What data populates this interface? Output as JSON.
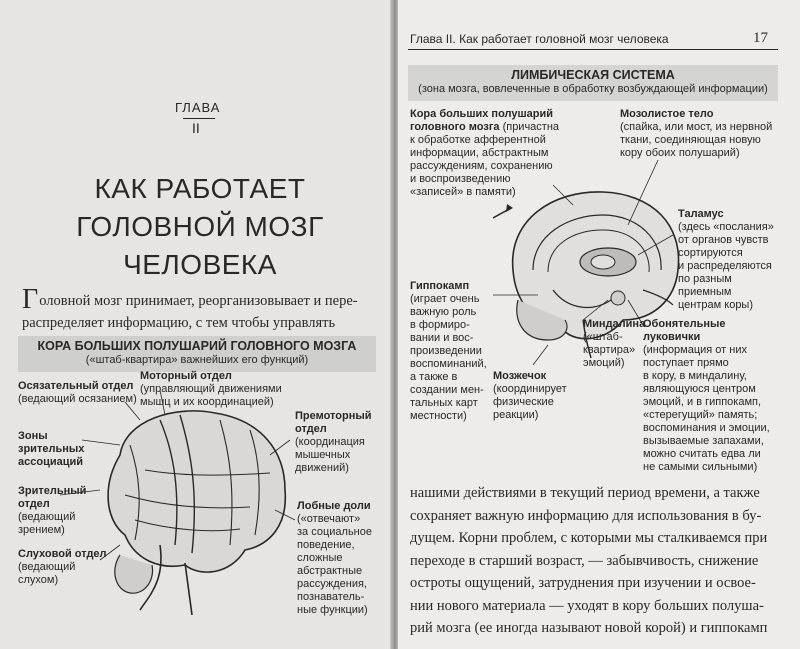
{
  "left": {
    "chapter_label": "ГЛАВА",
    "chapter_num": "II",
    "title_lines": [
      "КАК РАБОТАЕТ",
      "ГОЛОВНОЙ МОЗГ",
      "ЧЕЛОВЕКА"
    ],
    "paragraph_cap": "Г",
    "paragraph_line1": "оловной мозг принимает, реорганизовывает и пере-",
    "paragraph_line2": "распределяет информацию, с тем чтобы управлять",
    "box_title": "КОРА БОЛЬШИХ ПОЛУШАРИЙ ГОЛОВНОГО МОЗГА",
    "box_sub": "(«штаб-квартира» важнейших его функций)",
    "labels": {
      "sensory_bold": "Осязательный отдел",
      "sensory_rest": "(ведающий осязанием)",
      "motor_bold": "Моторный отдел",
      "motor_rest1": "(управляющий движениями",
      "motor_rest2": "мышц и их координацией)",
      "visual_assoc_1": "Зоны",
      "visual_assoc_2": "зрительных",
      "visual_assoc_3": "ассоциаций",
      "visual_1": "Зрительный",
      "visual_2": "отдел",
      "visual_3": "(ведающий",
      "visual_4": "зрением)",
      "auditory_bold": "Слуховой отдел",
      "auditory_rest1": "(ведающий",
      "auditory_rest2": "слухом)",
      "premotor_1": "Премоторный",
      "premotor_2": "отдел",
      "premotor_3": "(координация",
      "premotor_4": "мышечных",
      "premotor_5": "движений)",
      "frontal_1": "Лобные доли",
      "frontal_2": "(«отвечают»",
      "frontal_3": "за социальное",
      "frontal_4": "поведение,",
      "frontal_5": "сложные",
      "frontal_6": "абстрактные",
      "frontal_7": "рассуждения,",
      "frontal_8": "познаватель-",
      "frontal_9": "ные функции)"
    }
  },
  "right": {
    "header": "Глава II. Как работает головной мозг человека",
    "page_number": "17",
    "box_title": "ЛИМБИЧЕСКАЯ СИСТЕМА",
    "box_sub": "(зона мозга, вовлеченные в обработку возбуждающей информации)",
    "cortex_1": "Кора больших полушарий",
    "cortex_2": "головного мозга",
    "cortex_2r": " (причастна",
    "cortex_3": "к обработке афферентной",
    "cortex_4": "информации, абстрактным",
    "cortex_5": "рассуждениям, сохранению",
    "cortex_6": "и воспроизведению",
    "cortex_7": "«записей» в памяти)",
    "callosum_1": "Мозолистое тело",
    "callosum_2": "(спайка, или мост, из нервной",
    "callosum_3": "ткани, соединяющая новую",
    "callosum_4": "кору обоих полушарий)",
    "thalamus_1": "Таламус",
    "thalamus_2": "(здесь «послания»",
    "thalamus_3": "от органов чувств",
    "thalamus_4": "сортируются",
    "thalamus_5": "и распределяются",
    "thalamus_6": "по разным",
    "thalamus_7": "приемным",
    "thalamus_8": "центрам коры)",
    "hippo_1": "Гиппокамп",
    "hippo_2": "(играет очень",
    "hippo_3": "важную роль",
    "hippo_4": "в формиро-",
    "hippo_5": "вании и вос-",
    "hippo_6": "произведении",
    "hippo_7": "воспоминаний,",
    "hippo_8": "а также в",
    "hippo_9": "создании мен-",
    "hippo_10": "тальных карт",
    "hippo_11": "местности)",
    "amyg_1": "Миндалина",
    "amyg_2": "(«штаб-",
    "amyg_3": "квартира»",
    "amyg_4": "эмоций)",
    "cereb_1": "Мозжечок",
    "cereb_2": "(координирует",
    "cereb_3": "физические",
    "cereb_4": "реакции)",
    "olf_1": "Обонятельные",
    "olf_2": "луковички",
    "olf_3": "(информация от них",
    "olf_4": "поступает прямо",
    "olf_5": "в кору, в миндалину,",
    "olf_6": "являющуюся центром",
    "olf_7": "эмоций, и в гиппокамп,",
    "olf_8": "«стерегущий» память;",
    "olf_9": "воспоминания и эмоции,",
    "olf_10": "вызываемые запахами,",
    "olf_11": "можно считать едва ли",
    "olf_12": "не самыми сильными)",
    "body_lines": [
      "нашими действиями в текущий период времени, а также",
      "сохраняет важную информацию для использования в бу-",
      "дущем. Корни проблем, с которыми мы сталкиваемся при",
      "переходе в старший возраст, — забывчивость, снижение",
      "остроты ощущений, затруднения при изучении и освое-",
      "нии нового материала — уходят в кору больших полуша-",
      "рий мозга (ее иногда называют новой корой) и гиппокамп"
    ]
  }
}
